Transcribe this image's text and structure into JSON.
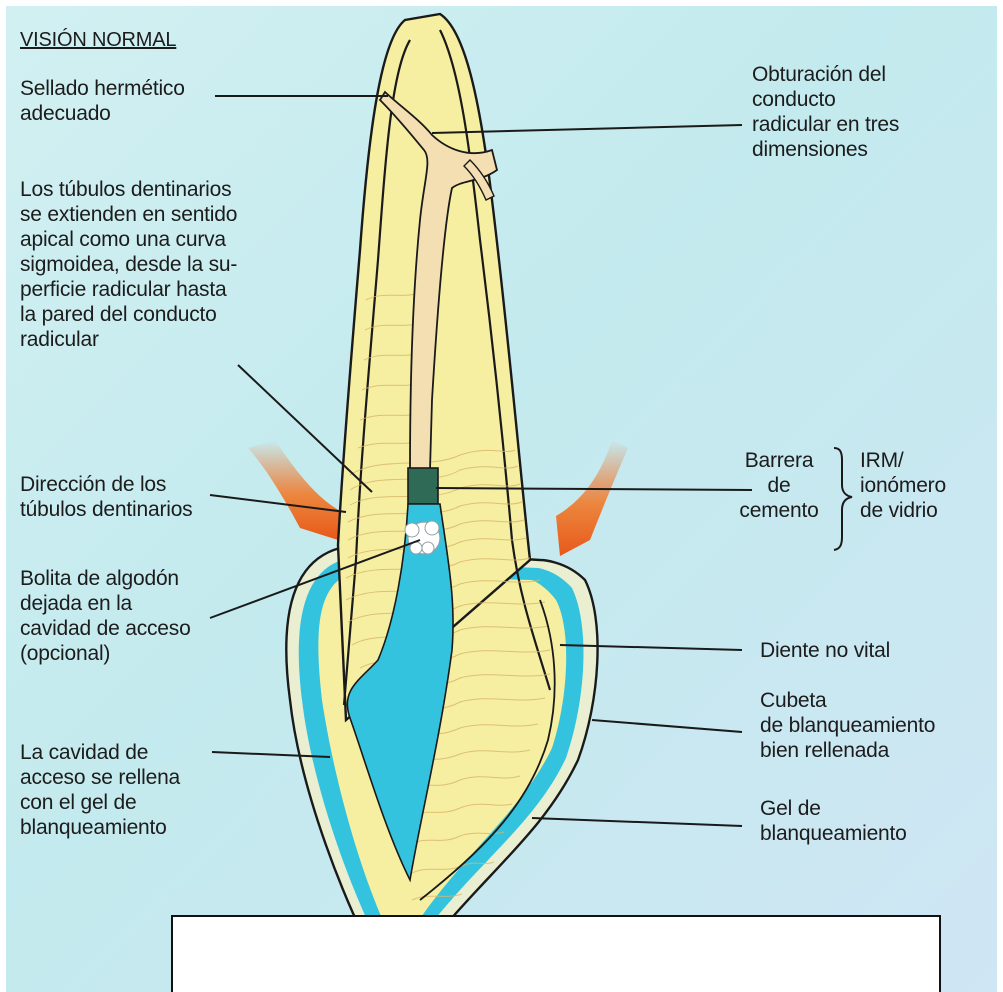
{
  "title": "VISIÓN NORMAL",
  "labels": {
    "sellado": "Sellado hermético\nadecuado",
    "tubulos_curva": "Los túbulos dentinarios\nse extienden en sentido\napical como una curva\nsigmoidea, desde la su-\nperficie radicular hasta\nla pared del conducto\nradicular",
    "direccion": "Dirección de los\ntúbulos dentinarios",
    "bolita": "Bolita de algodón\ndejada en la\ncavidad de acceso\n(opcional)",
    "cavidad": "La cavidad de\nacceso se rellena\ncon el gel de\nblanqueamiento",
    "obturacion": "Obturación del\nconducto\nradicular en tres\ndimensiones",
    "barrera": "Barrera\nde\ncemento",
    "irm": "IRM/\nionómero\nde vidrio",
    "diente": "Diente no vital",
    "cubeta": "Cubeta\nde blanqueamiento\nbien rellenada",
    "gel": "Gel de\nblanqueamiento"
  },
  "caption": "",
  "colors": {
    "background": "#c8ecef",
    "dentin": "#f6eea0",
    "canal_fill": "#f3dfb2",
    "gel": "#34c3df",
    "gingiva": "#f06a20",
    "barrier": "#2e6a55",
    "outline": "#1a1a1a"
  }
}
